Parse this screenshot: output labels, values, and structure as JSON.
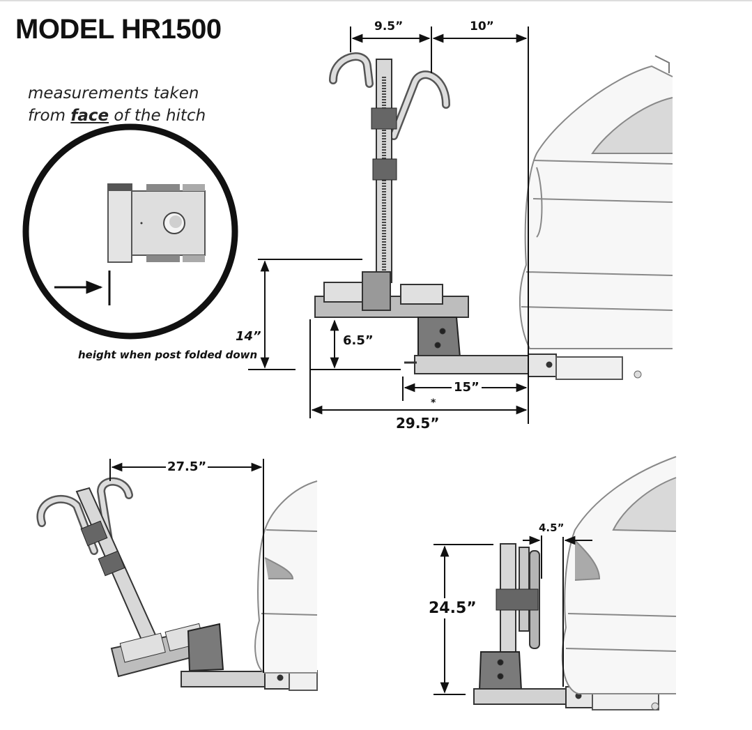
{
  "title": "MODEL HR1500",
  "note": {
    "line1": "measurements taken",
    "line2_prefix": "from ",
    "line2_emph": "face",
    "line2_suffix": " of the hitch"
  },
  "caption": "height when post folded down",
  "dimensions": {
    "top_post_spacing": "9.5”",
    "top_post_to_face": "10”",
    "folded_height": "14”",
    "tray_height": "6.5”",
    "tray_to_face": "15”",
    "total_length_marker": "*",
    "total_length": "29.5”",
    "tilted_length": "27.5”",
    "stowed_gap": "4.5”",
    "stowed_height": "24.5”"
  }
}
